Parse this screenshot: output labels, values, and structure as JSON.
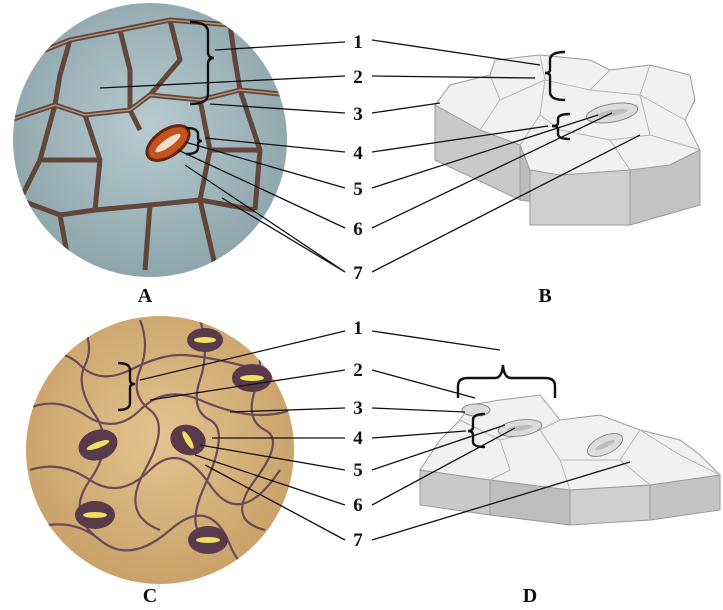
{
  "numbers_top": [
    "1",
    "2",
    "3",
    "4",
    "5",
    "6",
    "7"
  ],
  "numbers_bottom": [
    "1",
    "2",
    "3",
    "4",
    "5",
    "6",
    "7"
  ],
  "panels": [
    "A",
    "B",
    "C",
    "D"
  ],
  "colors": {
    "micro_a_bg": "#9fb6bd",
    "micro_a_wall": "#5b3a2c",
    "micro_c_bg": "#d8b47c",
    "micro_c_wall": "#6a4a5a",
    "guard_cell": "#b84a1e",
    "model_top": "#f1f1f1",
    "model_side": "#c9c9c9",
    "model_outline": "#9a9a9a",
    "stoma": "#e0e0e0"
  }
}
